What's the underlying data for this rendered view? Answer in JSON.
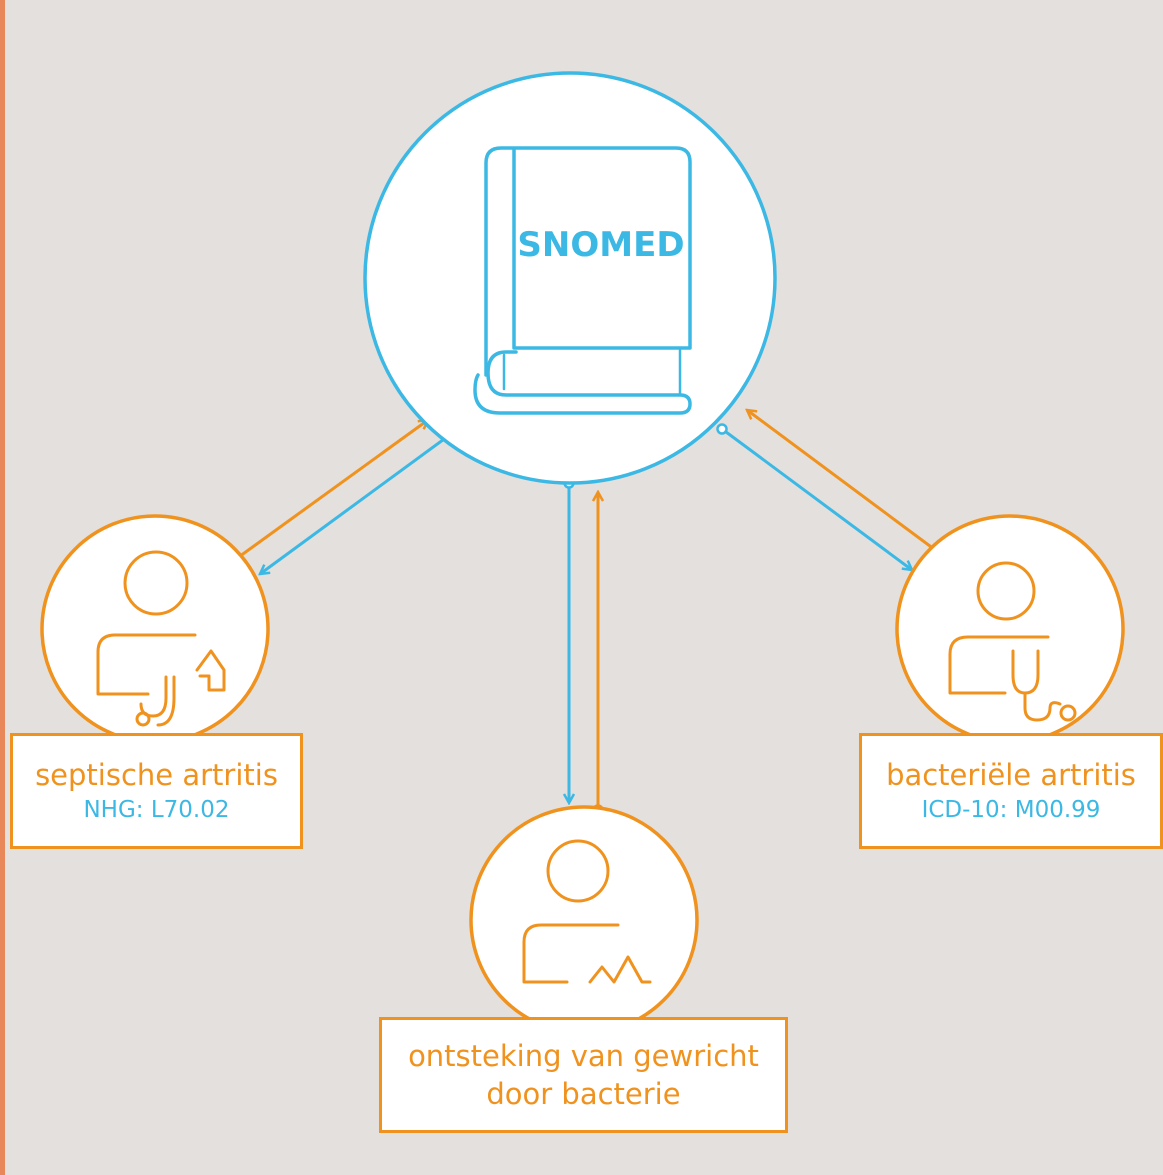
{
  "center": {
    "title": "SNOMED",
    "icon": "book-icon"
  },
  "nodes": [
    {
      "id": "huisarts",
      "icon": "general-practitioner-icon",
      "term": "septische artritis",
      "code": "NHG: L70.02"
    },
    {
      "id": "patient",
      "icon": "patient-icon",
      "term_line1": "ontsteking van gewricht",
      "term_line2": "door bacterie"
    },
    {
      "id": "specialist",
      "icon": "specialist-icon",
      "term": "bacteriële artritis",
      "code": "ICD-10: M00.99"
    }
  ],
  "colors": {
    "blue": "#3cb8e4",
    "orange": "#f0921e",
    "background": "#e3e0de",
    "accent_rule": "#e8875a"
  }
}
